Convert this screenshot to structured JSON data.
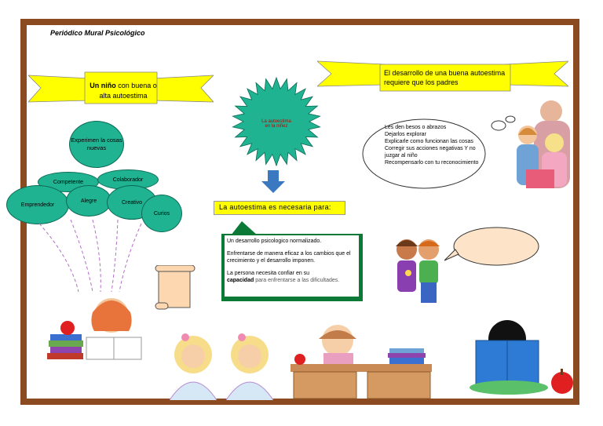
{
  "title": "Periódico  Mural Psicológico",
  "ribbon_left": {
    "bold": "Un niño",
    "rest": " con buena o alta autoestima"
  },
  "ribbon_right": {
    "line1": "El desarrollo de una buena autoestima",
    "line2": "requiere  que los padres"
  },
  "star": {
    "line1": "La autoestima",
    "line2": "en la niñez"
  },
  "ellipses": [
    {
      "label": "Experimen la  cosas nuevas"
    },
    {
      "label": "Competente"
    },
    {
      "label": "Colaborador"
    },
    {
      "label": "Emprendedor"
    },
    {
      "label": "Alegre"
    },
    {
      "label": "Creativo"
    },
    {
      "label": "Curios"
    }
  ],
  "callout": "La autoestima es necesaria para:",
  "box": {
    "p1": "Un desarrollo psicologico normalizado.",
    "p2": "Enfrentarse de manera eficaz a los cambios que el crecimiento y el desarrollo imponen.",
    "p3_a": "La persona necesita confiar en su",
    "p3_b": "capacidad",
    "p3_c": " para  enfrentarse a las dificultades."
  },
  "thought": {
    "lines": [
      "Les den besos o abrazos",
      "Dejarlos  explorar",
      "Explicarle como funcionan las cosas",
      "Corregir sus acciones negativas Y no juzgar al niño",
      "Recompensarlo con tu reconocimiento"
    ]
  },
  "colors": {
    "frame": "#8b4a1f",
    "ribbon": "#ffff00",
    "ellipse": "#1fb392",
    "star": "#1fb392",
    "box_border": "#0b7a36"
  }
}
